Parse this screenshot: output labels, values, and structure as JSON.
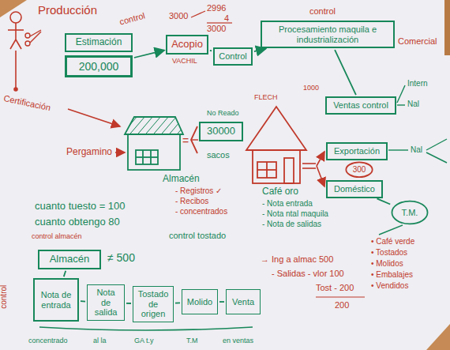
{
  "diagram": {
    "nodes": [
      {
        "text": [
          "Estimación"
        ]
      },
      {
        "text": [
          "200,000"
        ]
      },
      {
        "text": [
          "Acopio"
        ]
      },
      {
        "text": [
          "Control"
        ]
      },
      {
        "text": [
          "Procesamiento maquila e industrialización"
        ]
      },
      {
        "text": [
          "Ventas control"
        ]
      },
      {
        "text": [
          "30000"
        ]
      },
      {
        "text": [
          "Exportación"
        ]
      },
      {
        "text": [
          "300"
        ]
      },
      {
        "text": [
          "Doméstico"
        ]
      },
      {
        "text": [
          "T.M."
        ]
      },
      {
        "text": [
          "Almacén"
        ]
      },
      {
        "text": [
          "Nota de entrada"
        ]
      },
      {
        "text": [
          "Nota de salida"
        ]
      },
      {
        "text": [
          "Tostado de origen"
        ]
      },
      {
        "text": [
          "Molido"
        ]
      },
      {
        "text": [
          "Venta"
        ]
      }
    ],
    "edges": [
      {
        "from": 1,
        "to": 2,
        "arrow": "to"
      },
      {
        "from": 2,
        "to": 3,
        "arrow": "none"
      },
      {
        "from": 3,
        "to": 4,
        "arrow": "to"
      },
      {
        "from": 4,
        "to": 5,
        "arrow": "none"
      },
      {
        "from": 9,
        "to": 10,
        "arrow": "none"
      },
      {
        "from": 11,
        "to": 12,
        "arrow": "none"
      },
      {
        "from": 12,
        "to": 13,
        "arrow": "none"
      },
      {
        "from": 13,
        "to": 14,
        "arrow": "none"
      },
      {
        "from": 14,
        "to": 15,
        "arrow": "none"
      },
      {
        "from": 15,
        "to": 16,
        "arrow": "none"
      }
    ],
    "labels": [
      "Producción",
      "control",
      "3000",
      "2996",
      "4",
      "3000",
      "VACHIL",
      "control",
      "Comercial",
      "1000",
      "Intern",
      "Nal",
      "Certificación",
      "Pergamino",
      "No Reado",
      "sacos",
      "FLECH",
      "Nal",
      "=",
      "Almacén",
      "- Registros ✓",
      "- Recibos",
      "- concentrados",
      "Café oro",
      "- Nota entrada",
      "- Nota ntal maquila",
      "- Nota de salidas",
      "cuanto tuesto = 100",
      "cuanto obtengo 80",
      "control almacén",
      "control tostado",
      "• Café verde",
      "• Tostados",
      "• Molidos",
      "• Embalajes",
      "• Vendidos",
      "control",
      "≠ 500",
      "→ Ing a almac 500",
      "- Salidas - vlor 100",
      "Tost - 200",
      "200",
      "concentrado",
      "al la",
      "GA t.y",
      "T.M",
      "en ventas"
    ]
  }
}
